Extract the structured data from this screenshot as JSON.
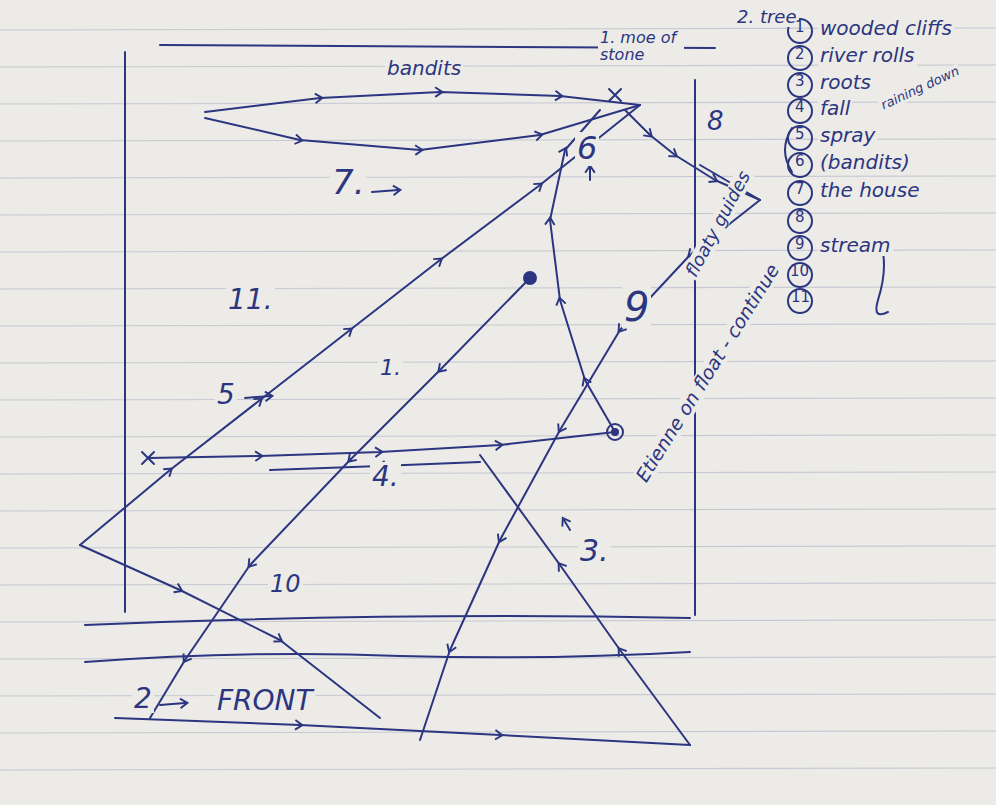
{
  "diagram": {
    "labels": [
      "bandits",
      "1. moe of stone",
      "2. tree",
      "7.",
      "6",
      "8",
      "11.",
      "1.",
      "9",
      "5",
      "4.",
      "3.",
      "10",
      "2",
      "FRONT",
      "floaty guides",
      "Etienne on float - continue",
      "1",
      "wooded cliffs",
      "2",
      "river rolls",
      "3",
      "roots",
      "4",
      "fall",
      "5",
      "spray",
      "raining down",
      "6",
      "(bandits)",
      "7",
      "the house",
      "8",
      "9",
      "stream",
      "10",
      "11"
    ]
  }
}
